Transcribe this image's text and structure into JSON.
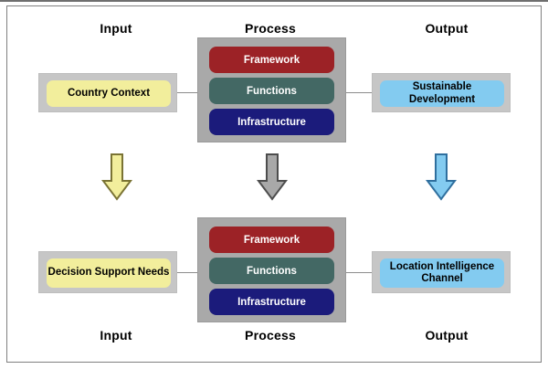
{
  "figure": {
    "title_bar_present": true,
    "background": "#ffffff",
    "frame_color": "#808080"
  },
  "colors": {
    "framework": "#9C2226",
    "functions": "#436864",
    "infrastructure": "#1B1B7B",
    "input_pill": "#F2EE9C",
    "output_pill": "#83CBF0",
    "pill_frame": "#c6c6c6",
    "process_frame": "#a9a9a9",
    "connector": "#8c8c8c",
    "arrow_yellow_fill": "#F2EE9C",
    "arrow_yellow_stroke": "#7a7334",
    "arrow_gray_fill": "#a8a8a8",
    "arrow_gray_stroke": "#4d4d4d",
    "arrow_blue_fill": "#83CBF0",
    "arrow_blue_stroke": "#2f6f9e"
  },
  "top_labels": {
    "input": "Input",
    "process": "Process",
    "output": "Output"
  },
  "bottom_labels": {
    "input": "Input",
    "process": "Process",
    "output": "Output"
  },
  "rows": [
    {
      "id": "row-1",
      "input": "Country Context",
      "output": "Sustainable Development",
      "process": [
        "Framework",
        "Functions",
        "Infrastructure"
      ]
    },
    {
      "id": "row-2",
      "input": "Decision Support Needs",
      "output": "Location Intelligence Channel",
      "process": [
        "Framework",
        "Functions",
        "Infrastructure"
      ]
    }
  ],
  "process_stack_top": {
    "framework": "Framework",
    "functions": "Functions",
    "infrastructure": "Infrastructure"
  },
  "process_stack_bottom": {
    "framework": "Framework",
    "functions": "Functions",
    "infrastructure": "Infrastructure"
  },
  "arrows": [
    {
      "name": "arrow-input-down",
      "direction": "down",
      "color": "#F2EE9C"
    },
    {
      "name": "arrow-process-down",
      "direction": "down",
      "color": "#a8a8a8"
    },
    {
      "name": "arrow-output-down",
      "direction": "down",
      "color": "#83CBF0"
    }
  ]
}
